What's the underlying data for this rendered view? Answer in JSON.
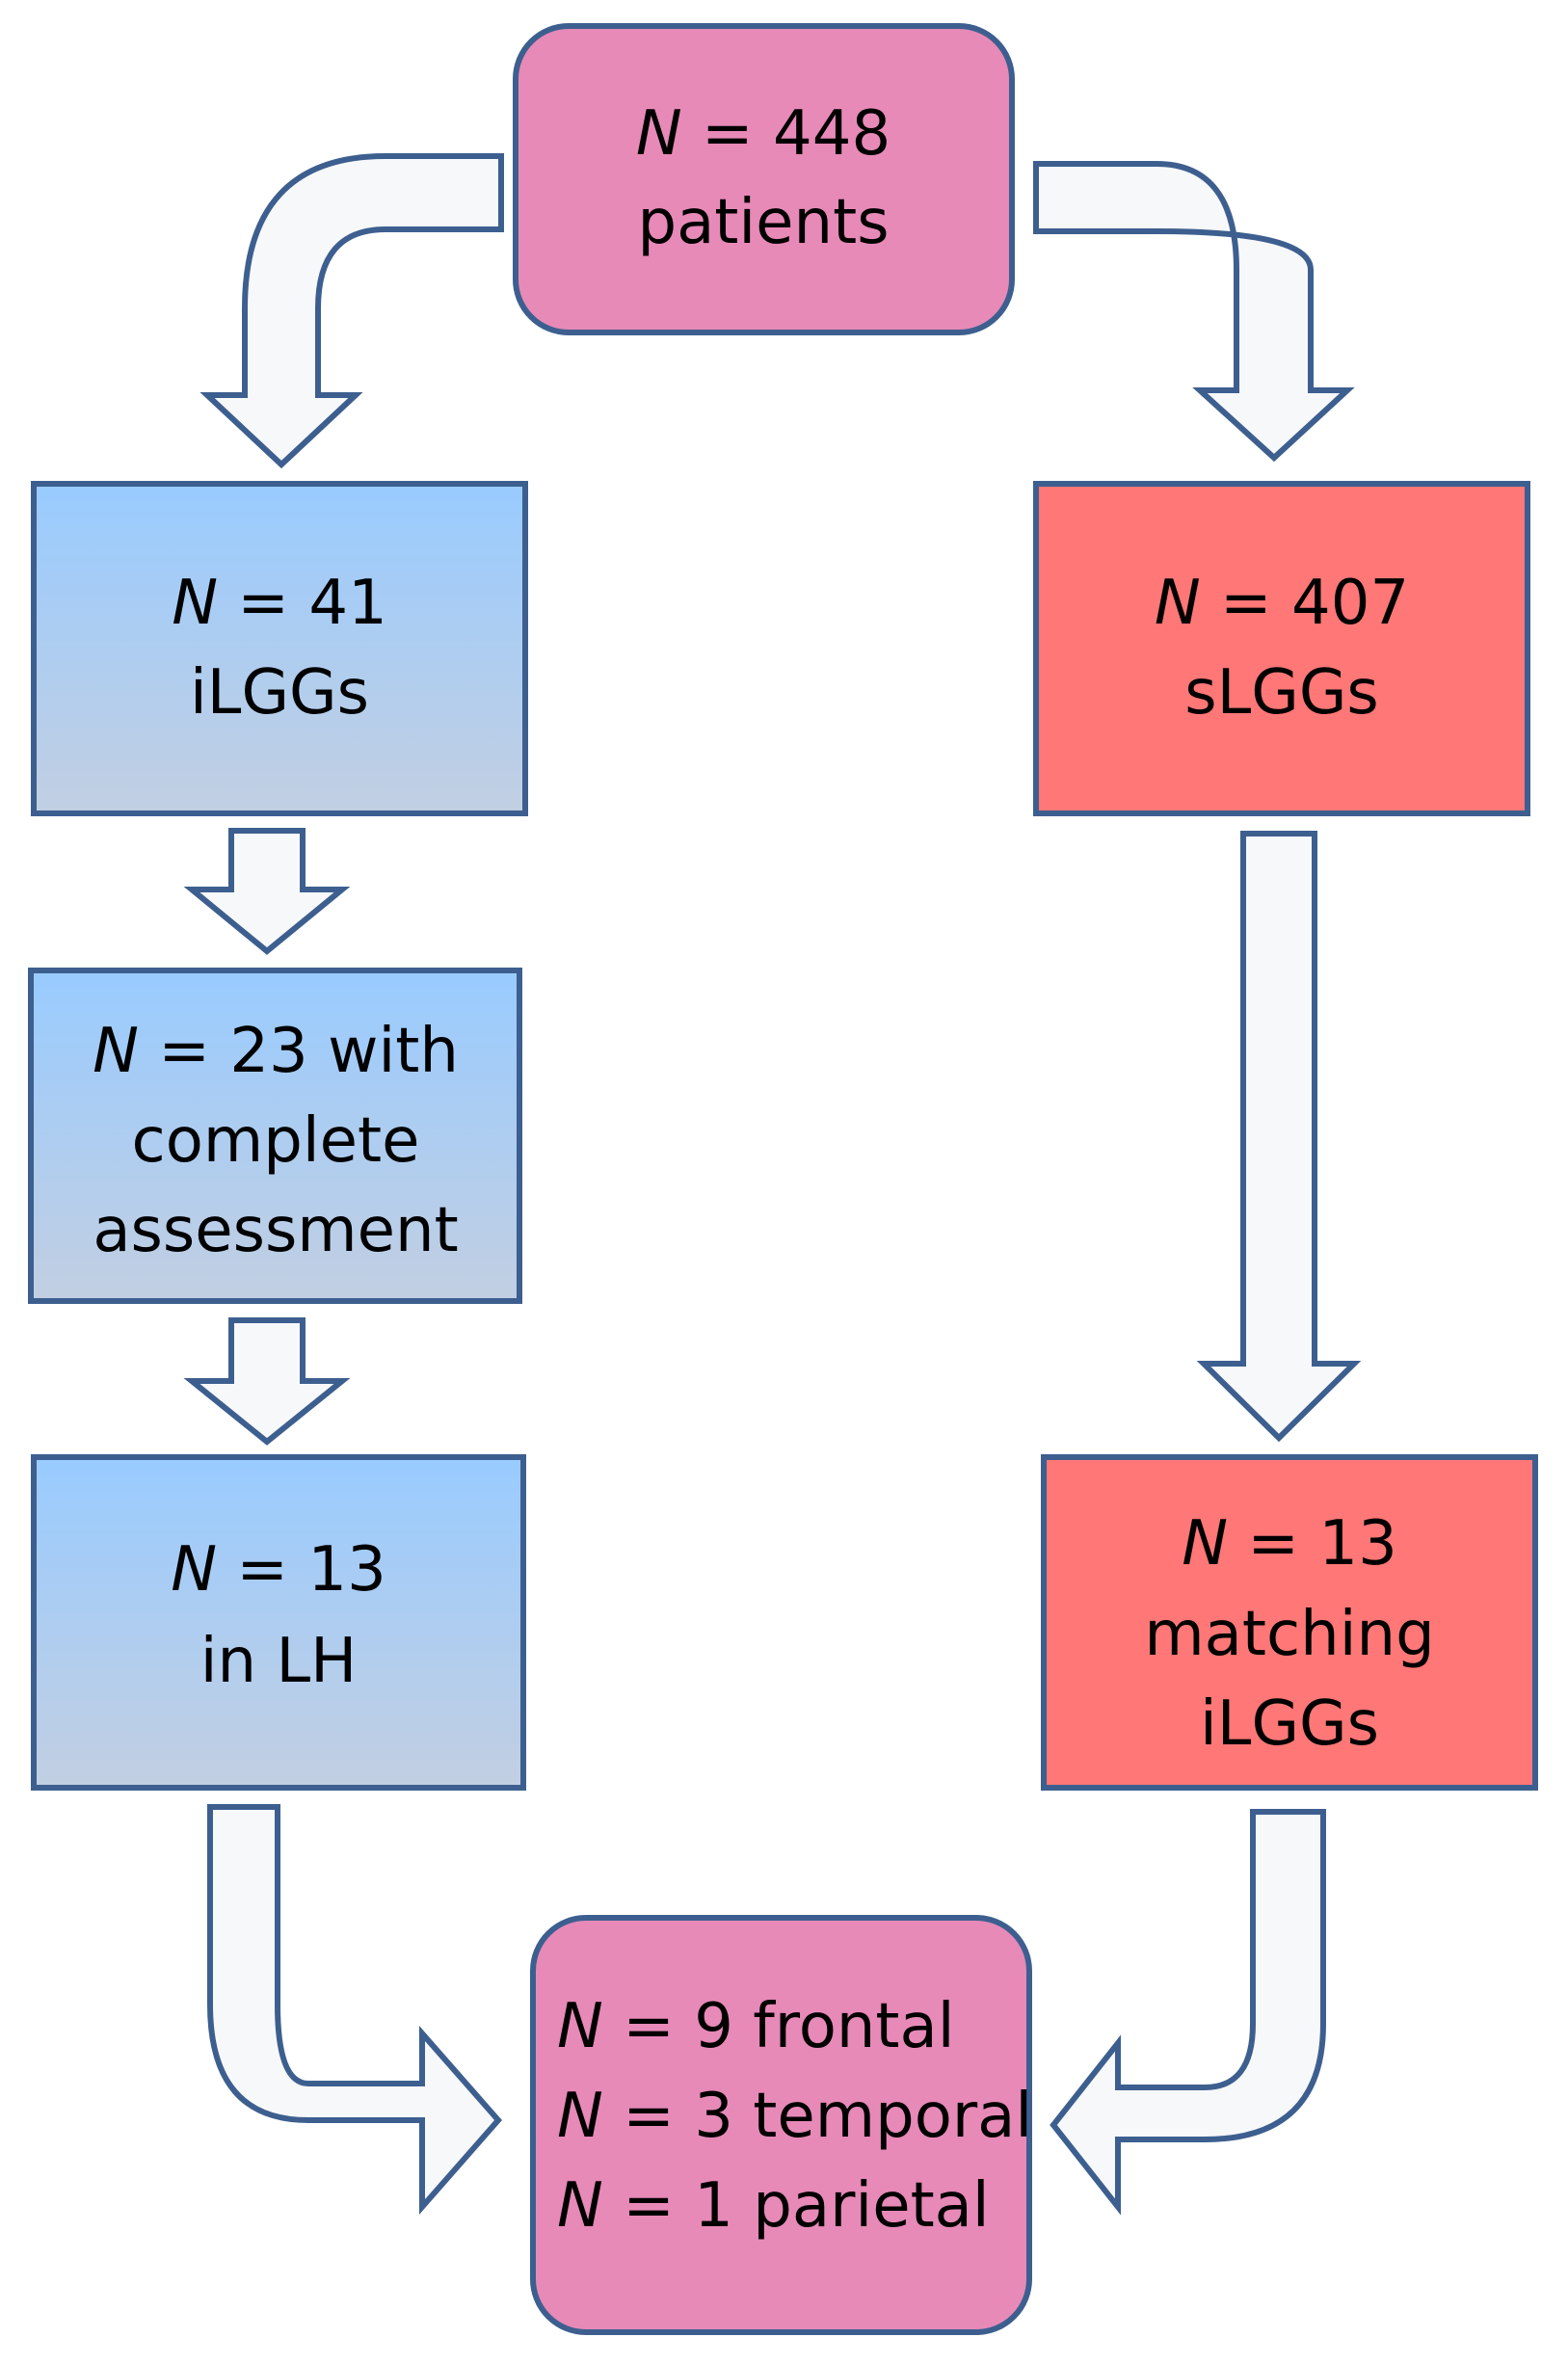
{
  "colors": {
    "pink_fill": "#e78ab8",
    "blue_top": "#99cbff",
    "blue_bottom": "#c2cfe2",
    "red_fill": "#ff7777",
    "outline": "#3d5f8f",
    "arrow_fill": "#f7f8fa"
  },
  "nodes": {
    "start": {
      "n": "N",
      "count": " = 448",
      "line2": "patients"
    },
    "ilgg": {
      "n": "N",
      "count": " = 41",
      "line2": "iLGGs"
    },
    "slgg": {
      "n": "N",
      "count": " = 407",
      "line2": "sLGGs"
    },
    "complete": {
      "n": "N",
      "count": " = 23 with",
      "line2": "complete",
      "line3": "assessment"
    },
    "lh": {
      "n": "N",
      "count": " = 13",
      "line2": "in LH"
    },
    "matching": {
      "n": "N",
      "count": " = 13",
      "line2": "matching",
      "line3": "iLGGs"
    },
    "final": {
      "line1_n": "N",
      "line1": " = 9 frontal",
      "line2_n": "N",
      "line2": " = 3 temporal",
      "line3_n": "N",
      "line3": " = 1 parietal"
    }
  }
}
